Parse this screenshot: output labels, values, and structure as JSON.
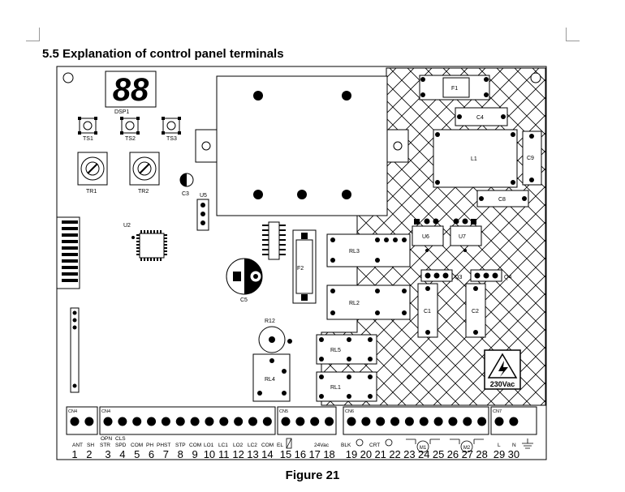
{
  "heading": "5.5 Explanation of control panel terminals",
  "caption": "Figure 21",
  "display_digits": "88",
  "component_labels": {
    "dsp1": "DSP1",
    "ts1": "TS1",
    "ts2": "TS2",
    "ts3": "TS3",
    "tr1": "TR1",
    "tr2": "TR2",
    "c3": "C3",
    "u5": "U5",
    "u2": "U2",
    "c5": "C5",
    "r12": "R12",
    "rl4": "RL4",
    "f2": "F2",
    "f1": "F1",
    "c4": "C4",
    "l1": "L1",
    "c9": "C9",
    "c8": "C8",
    "u6": "U6",
    "u7": "U7",
    "rl3": "RL3",
    "q3": "Q3",
    "q4": "Q4",
    "rl2": "RL2",
    "c1": "C1",
    "c2": "C2",
    "rl5": "RL5",
    "rl1": "RL1",
    "warning": "230Vac"
  },
  "connectors": [
    {
      "name": "CN4",
      "first": 1,
      "last": 2
    },
    {
      "name": "CN4",
      "first": 3,
      "last": 14
    },
    {
      "name": "CN5",
      "first": 15,
      "last": 18
    },
    {
      "name": "CN6",
      "first": 19,
      "last": 28
    },
    {
      "name": "CN7",
      "first": 29,
      "last": 30
    }
  ],
  "terminal_labels": {
    "ant": "ANT",
    "sh": "SH",
    "opn": "OPN",
    "cls": "CLS",
    "str": "STR",
    "spd": "SPD",
    "com": "COM",
    "ph": "PH",
    "phst": "PHST",
    "stp": "STP",
    "lo1": "LO1",
    "lc1": "LC1",
    "lo2": "LO2",
    "lc2": "LC2",
    "com2": "COM",
    "el": "EL",
    "v24": "24Vac",
    "blk": "BLK",
    "crt": "CRT",
    "m1": "M1",
    "m2": "M2",
    "l": "L",
    "n": "N"
  },
  "terminal_numbers": [
    "1",
    "2",
    "3",
    "4",
    "5",
    "6",
    "7",
    "8",
    "9",
    "10",
    "11",
    "12",
    "13",
    "14",
    "15",
    "16",
    "17",
    "18",
    "19",
    "20",
    "21",
    "22",
    "23",
    "24",
    "25",
    "26",
    "27",
    "28",
    "29",
    "30"
  ]
}
